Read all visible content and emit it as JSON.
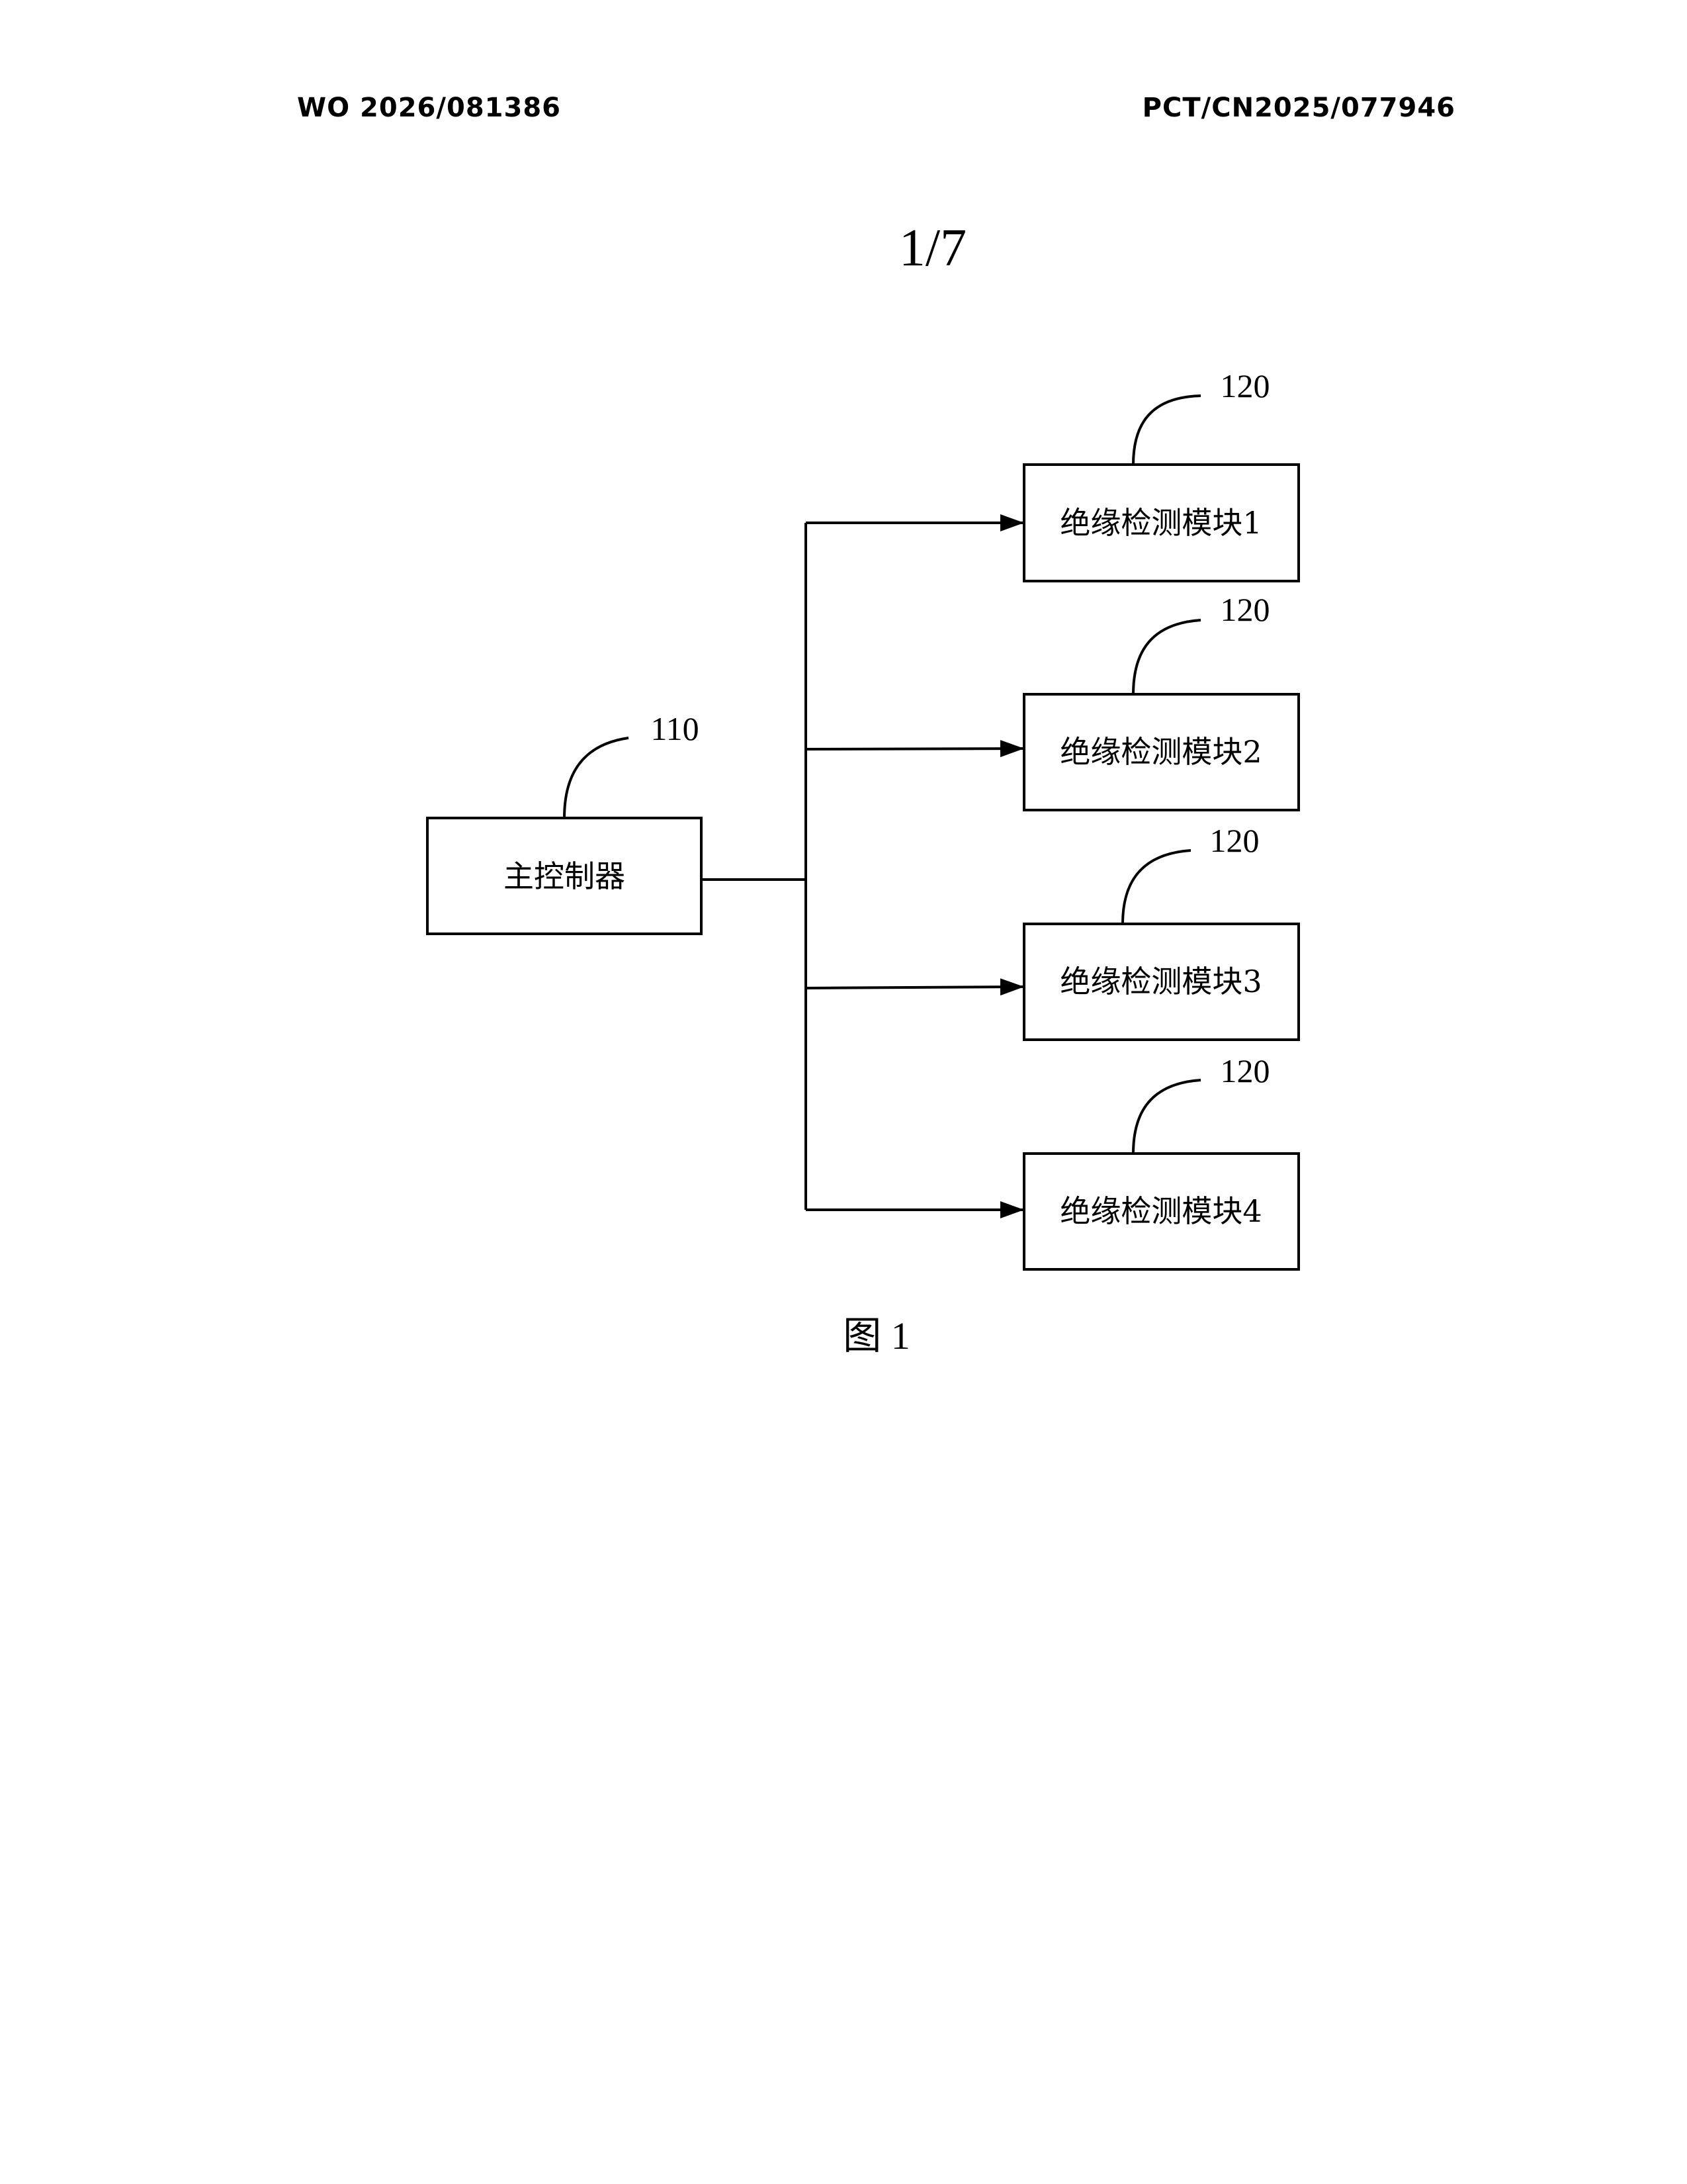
{
  "header": {
    "publication_number": "WO 2026/081386",
    "application_number": "PCT/CN2025/077946"
  },
  "sheet": "1/7",
  "figure": {
    "caption": "图 1",
    "controller": {
      "label": "主控制器",
      "ref": "110"
    },
    "modules": [
      {
        "label": "绝缘检测模块1",
        "ref": "120"
      },
      {
        "label": "绝缘检测模块2",
        "ref": "120"
      },
      {
        "label": "绝缘检测模块3",
        "ref": "120"
      },
      {
        "label": "绝缘检测模块4",
        "ref": "120"
      }
    ]
  }
}
